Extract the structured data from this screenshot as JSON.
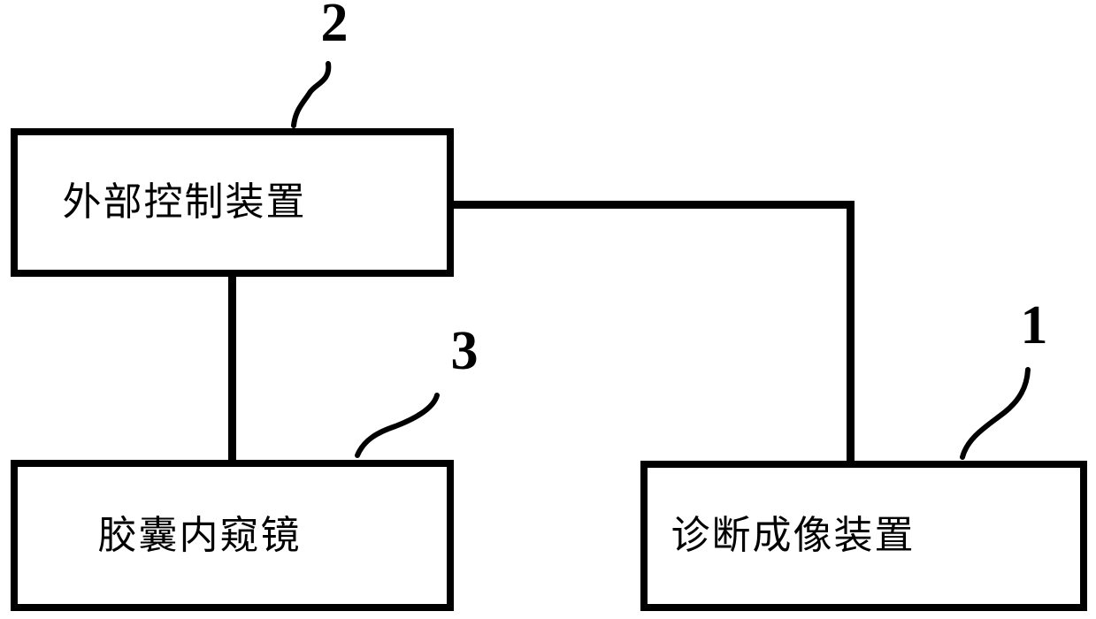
{
  "colors": {
    "line": "#000000",
    "background": "#ffffff"
  },
  "boxes": {
    "external_control": {
      "label": "外部控制装置",
      "ref_number": "2"
    },
    "capsule_endoscope": {
      "label": "胶囊内窥镜",
      "ref_number": "3"
    },
    "diagnostic_imaging": {
      "label": "诊断成像装置",
      "ref_number": "1"
    }
  },
  "connections": [
    {
      "from": "external_control",
      "to": "capsule_endoscope"
    },
    {
      "from": "external_control",
      "to": "diagnostic_imaging"
    }
  ]
}
